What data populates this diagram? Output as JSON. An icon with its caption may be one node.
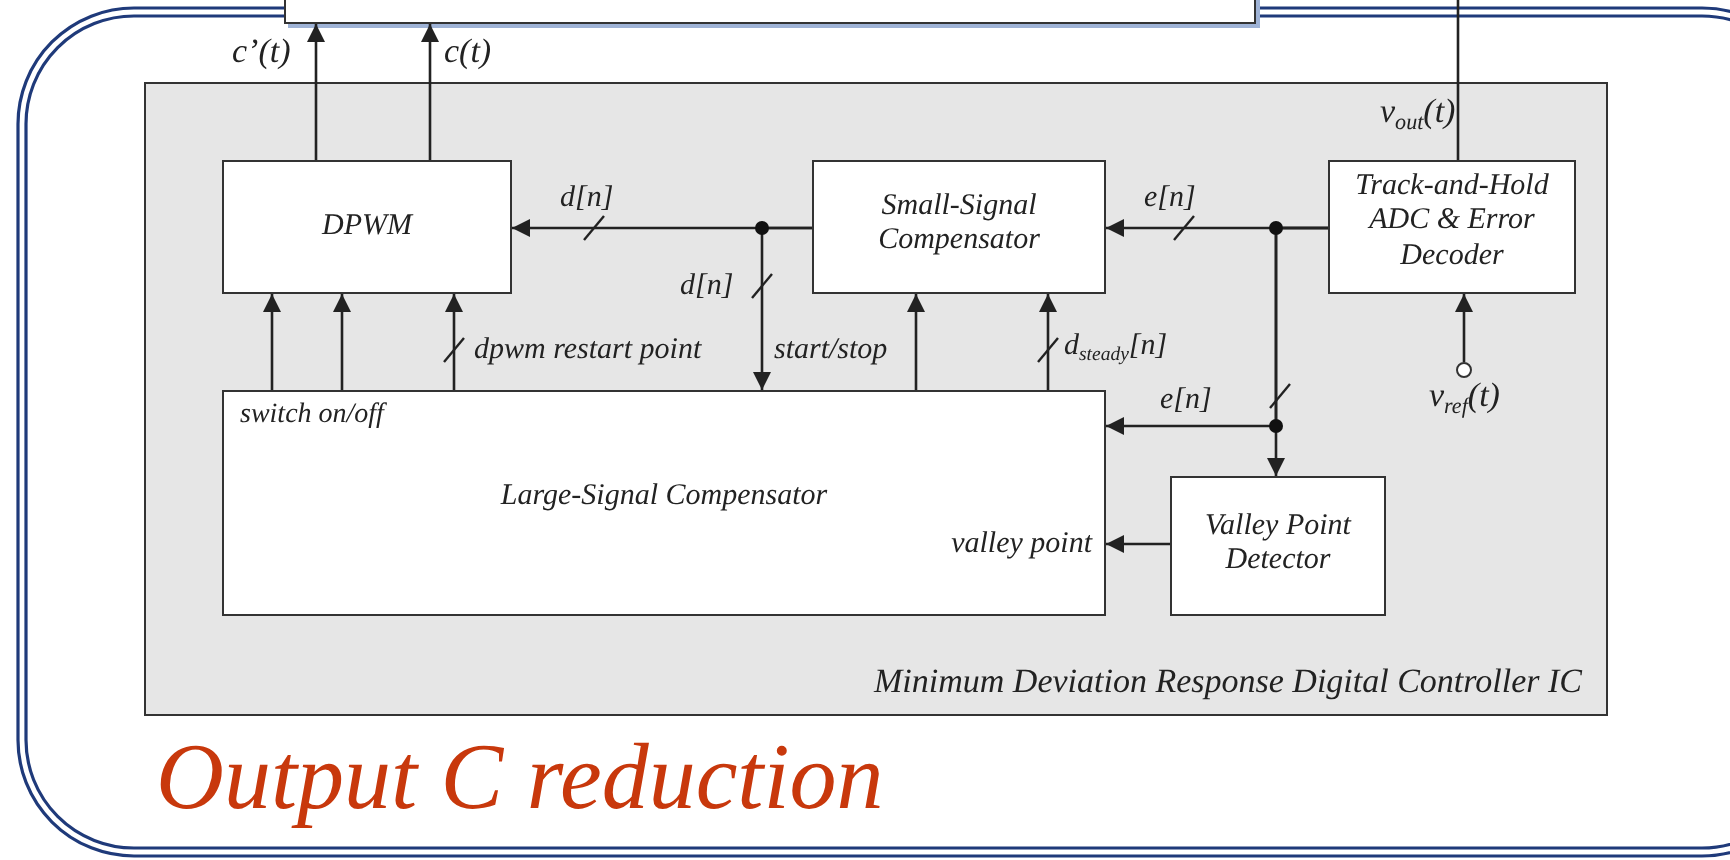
{
  "diagram": {
    "caption": "Output C reduction",
    "nodes": [
      {
        "text": [
          "Minimum Deviation Response Digital Controller IC"
        ]
      },
      {
        "text": [
          "DPWM"
        ],
        "in": 0
      },
      {
        "text": [
          "Small-Signal Compensator"
        ],
        "in": 0
      },
      {
        "text": [
          "Track-and-Hold ADC & Error Decoder"
        ],
        "in": 0
      },
      {
        "text": [
          "switch on/off",
          "Large-Signal Compensator",
          "valley point"
        ],
        "in": 0
      },
      {
        "text": [
          "Valley Point Detector"
        ],
        "in": 0
      },
      {
        "text": [],
        "shape": "circle",
        "beside": [
          "v$_{ref}$(t)"
        ],
        "in": 0
      },
      {
        "text": [],
        "shape": "box"
      }
    ],
    "edges": [
      {
        "from": 1,
        "to": 7,
        "arrow": "to",
        "label": "c’(t)"
      },
      {
        "from": 1,
        "to": 7,
        "arrow": "to",
        "label": "c(t)"
      },
      {
        "from": null,
        "to": 3,
        "arrow": "none",
        "label": "v$_{out}$(t)"
      },
      {
        "from": 2,
        "to": 1,
        "arrow": "to",
        "label": "d[n]"
      },
      {
        "from": 2,
        "to": 4,
        "arrow": "to",
        "label": "d[n]"
      },
      {
        "from": 3,
        "to": 2,
        "arrow": "to",
        "label": "e[n]"
      },
      {
        "from": 3,
        "to": 4,
        "arrow": "to",
        "label": "e[n]"
      },
      {
        "from": 3,
        "to": 5,
        "arrow": "to"
      },
      {
        "from": 5,
        "to": 4,
        "arrow": "to"
      },
      {
        "from": 4,
        "to": 1,
        "arrow": "to"
      },
      {
        "from": 4,
        "to": 1,
        "arrow": "to"
      },
      {
        "from": 4,
        "to": 1,
        "arrow": "to",
        "label": "dpwm restart point"
      },
      {
        "from": 4,
        "to": 2,
        "arrow": "to"
      },
      {
        "from": 4,
        "to": 2,
        "arrow": "to",
        "label": "d$_{steady}$[n]"
      },
      {
        "from": 6,
        "to": 3,
        "arrow": "to"
      }
    ],
    "labels": [
      "start/stop"
    ]
  }
}
